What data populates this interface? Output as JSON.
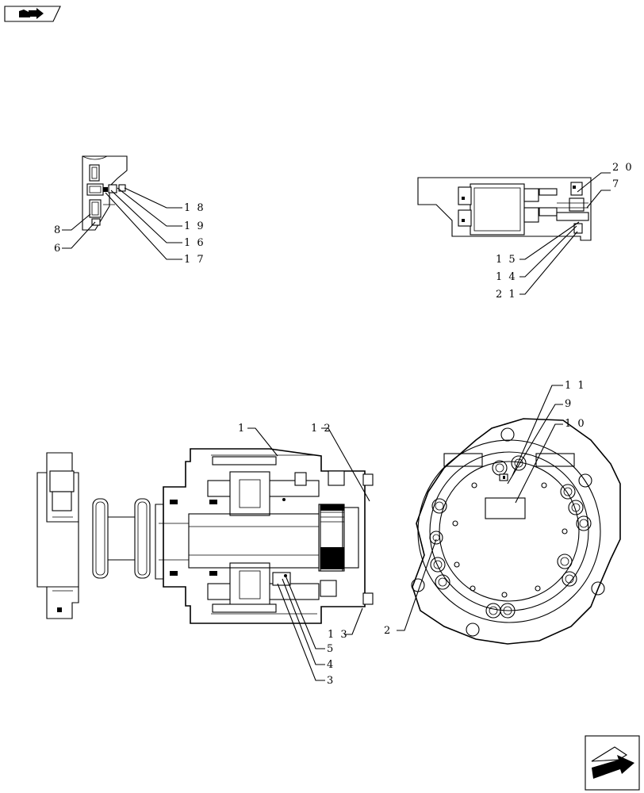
{
  "callouts": {
    "c1": "1",
    "c2": "2",
    "c3": "3",
    "c4": "4",
    "c5": "5",
    "c6": "6",
    "c7": "7",
    "c8": "8",
    "c9": "9",
    "c10": "1 0",
    "c11": "1 1",
    "c12": "1 2",
    "c13": "1 3",
    "c14": "1 4",
    "c15": "1 5",
    "c16": "1 6",
    "c17": "1 7",
    "c18": "1 8",
    "c19": "1 9",
    "c20": "2 0",
    "c21": "2 1"
  },
  "icons": {
    "top_left": "book-with-arrow-icon",
    "bottom_right": "next-page-arrow-icon"
  }
}
